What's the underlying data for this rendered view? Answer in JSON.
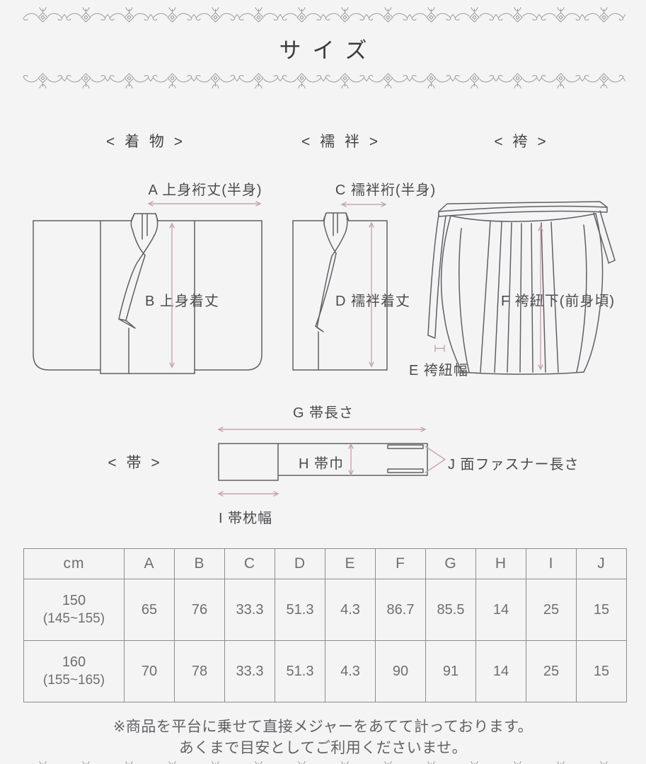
{
  "page": {
    "title": "サイズ",
    "background_color": "#f4f4f5",
    "line_color": "#606065",
    "accent_color": "#c9a3ae",
    "text_color": "#4b4b4f"
  },
  "sections": {
    "kimono": {
      "header": "< 着 物 >",
      "label_a": "A 上身裄丈(半身)",
      "label_b": "B 上身着丈"
    },
    "juban": {
      "header": "< 襦 袢 >",
      "label_c": "C 襦袢裄(半身)",
      "label_d": "D 襦袢着丈"
    },
    "hakama": {
      "header": "< 袴 >",
      "label_e": "E 袴紐幅",
      "label_f": "F 袴紐下(前身頃)"
    },
    "obi": {
      "header": "< 帯 >",
      "label_g": "G 帯長さ",
      "label_h": "H 帯巾",
      "label_i": "I 帯枕幅",
      "label_j": "J 面ファスナー長さ"
    }
  },
  "size_table": {
    "unit_header": "cm",
    "columns": [
      "A",
      "B",
      "C",
      "D",
      "E",
      "F",
      "G",
      "H",
      "I",
      "J"
    ],
    "rows": [
      {
        "size": "150",
        "range": "(145~155)",
        "values": [
          "65",
          "76",
          "33.3",
          "51.3",
          "4.3",
          "86.7",
          "85.5",
          "14",
          "25",
          "15"
        ]
      },
      {
        "size": "160",
        "range": "(155~165)",
        "values": [
          "70",
          "78",
          "33.3",
          "51.3",
          "4.3",
          "90",
          "91",
          "14",
          "25",
          "15"
        ]
      }
    ]
  },
  "footnote": {
    "line1": "※商品を平台に乗せて直接メジャーをあてて計っております。",
    "line2": "あくまで目安としてご利用くださいませ。"
  }
}
